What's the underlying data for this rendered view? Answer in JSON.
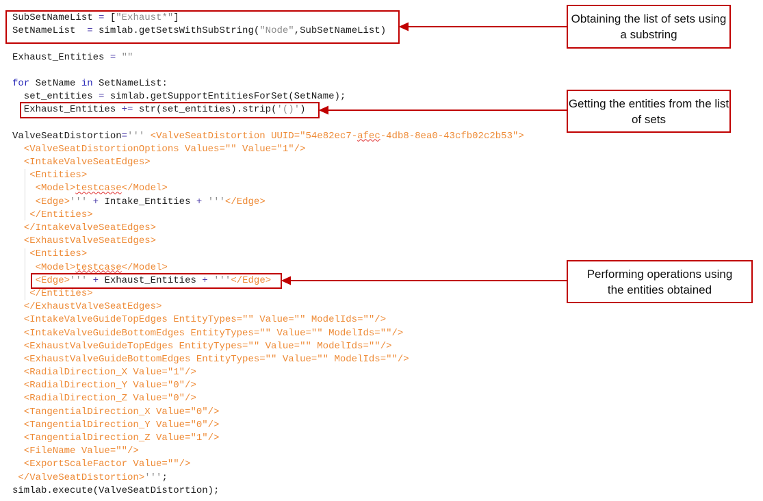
{
  "code": [
    [
      [
        "p",
        "SubSetNameList "
      ],
      [
        "o",
        "="
      ],
      [
        "p",
        " ["
      ],
      [
        "s",
        "\"Exhaust*\""
      ],
      [
        "p",
        "]"
      ]
    ],
    [
      [
        "p",
        "SetNameList  "
      ],
      [
        "o",
        "="
      ],
      [
        "p",
        " simlab.getSetsWithSubString("
      ],
      [
        "s",
        "\"Node\""
      ],
      [
        "p",
        ",SubSetNameList)"
      ]
    ],
    [],
    [
      [
        "p",
        "Exhaust_Entities "
      ],
      [
        "o",
        "="
      ],
      [
        "p",
        " "
      ],
      [
        "s",
        "\"\""
      ]
    ],
    [],
    [
      [
        "k",
        "for"
      ],
      [
        "p",
        " SetName "
      ],
      [
        "k",
        "in"
      ],
      [
        "p",
        " SetNameList:"
      ]
    ],
    [
      [
        "p",
        "  set_entities "
      ],
      [
        "o",
        "="
      ],
      [
        "p",
        " simlab.getSupportEntitiesForSet(SetName);"
      ]
    ],
    [
      [
        "p",
        "  Exhaust_Entities "
      ],
      [
        "o",
        "+="
      ],
      [
        "p",
        " str(set_entities).strip("
      ],
      [
        "s",
        "'()'"
      ],
      [
        "p",
        ")"
      ]
    ],
    [],
    [
      [
        "p",
        "ValveSeatDistortion"
      ],
      [
        "o",
        "="
      ],
      [
        "s",
        "'''"
      ],
      [
        "x",
        " <ValveSeatDistortion UUID=\"54e82ec7-"
      ],
      [
        "u",
        "afec"
      ],
      [
        "x",
        "-4db8-8ea0-43cfb02c2b53\">"
      ]
    ],
    [
      [
        "x",
        "  <ValveSeatDistortionOptions Values=\"\" Value=\"1\"/>"
      ]
    ],
    [
      [
        "x",
        "  <IntakeValveSeatEdges>"
      ]
    ],
    [
      [
        "x",
        "   <Entities>"
      ]
    ],
    [
      [
        "x",
        "    <Model>"
      ],
      [
        "u",
        "testcase"
      ],
      [
        "x",
        "</Model>"
      ]
    ],
    [
      [
        "x",
        "    <Edge>"
      ],
      [
        "s",
        "'''"
      ],
      [
        "o",
        " + "
      ],
      [
        "p",
        "Intake_Entities"
      ],
      [
        "o",
        " + "
      ],
      [
        "s",
        "'''"
      ],
      [
        "x",
        "</Edge>"
      ]
    ],
    [
      [
        "x",
        "   </Entities>"
      ]
    ],
    [
      [
        "x",
        "  </IntakeValveSeatEdges>"
      ]
    ],
    [
      [
        "x",
        "  <ExhaustValveSeatEdges>"
      ]
    ],
    [
      [
        "x",
        "   <Entities>"
      ]
    ],
    [
      [
        "x",
        "    <Model>"
      ],
      [
        "u",
        "testcase"
      ],
      [
        "x",
        "</Model>"
      ]
    ],
    [
      [
        "x",
        "    <Edge>"
      ],
      [
        "s",
        "'''"
      ],
      [
        "o",
        " + "
      ],
      [
        "p",
        "Exhaust_Entities"
      ],
      [
        "o",
        " + "
      ],
      [
        "s",
        "'''"
      ],
      [
        "x",
        "</Edge>"
      ]
    ],
    [
      [
        "x",
        "   </Entities>"
      ]
    ],
    [
      [
        "x",
        "  </ExhaustValveSeatEdges>"
      ]
    ],
    [
      [
        "x",
        "  <IntakeValveGuideTopEdges EntityTypes=\"\" Value=\"\" ModelIds=\"\"/>"
      ]
    ],
    [
      [
        "x",
        "  <IntakeValveGuideBottomEdges EntityTypes=\"\" Value=\"\" ModelIds=\"\"/>"
      ]
    ],
    [
      [
        "x",
        "  <ExhaustValveGuideTopEdges EntityTypes=\"\" Value=\"\" ModelIds=\"\"/>"
      ]
    ],
    [
      [
        "x",
        "  <ExhaustValveGuideBottomEdges EntityTypes=\"\" Value=\"\" ModelIds=\"\"/>"
      ]
    ],
    [
      [
        "x",
        "  <RadialDirection_X Value=\"1\"/>"
      ]
    ],
    [
      [
        "x",
        "  <RadialDirection_Y Value=\"0\"/>"
      ]
    ],
    [
      [
        "x",
        "  <RadialDirection_Z Value=\"0\"/>"
      ]
    ],
    [
      [
        "x",
        "  <TangentialDirection_X Value=\"0\"/>"
      ]
    ],
    [
      [
        "x",
        "  <TangentialDirection_Y Value=\"0\"/>"
      ]
    ],
    [
      [
        "x",
        "  <TangentialDirection_Z Value=\"1\"/>"
      ]
    ],
    [
      [
        "x",
        "  <FileName Value=\"\"/>"
      ]
    ],
    [
      [
        "x",
        "  <ExportScaleFactor Value=\"\"/>"
      ]
    ],
    [
      [
        "x",
        " </ValveSeatDistortion>"
      ],
      [
        "s",
        "'''"
      ],
      [
        "p",
        ";"
      ]
    ],
    [
      [
        "p",
        "simlab.execute(ValveSeatDistortion);"
      ]
    ]
  ],
  "annotations": {
    "sets_by_substring": "Obtaining the list of sets using a substring",
    "entities_from_sets": "Getting the entities from the list of sets",
    "operations": "Performing operations using the entities obtained"
  },
  "colors": {
    "accent": "#c00000",
    "xml": "#ee8a35",
    "keyword": "#2a2ab8",
    "string": "#8a8a8a"
  }
}
